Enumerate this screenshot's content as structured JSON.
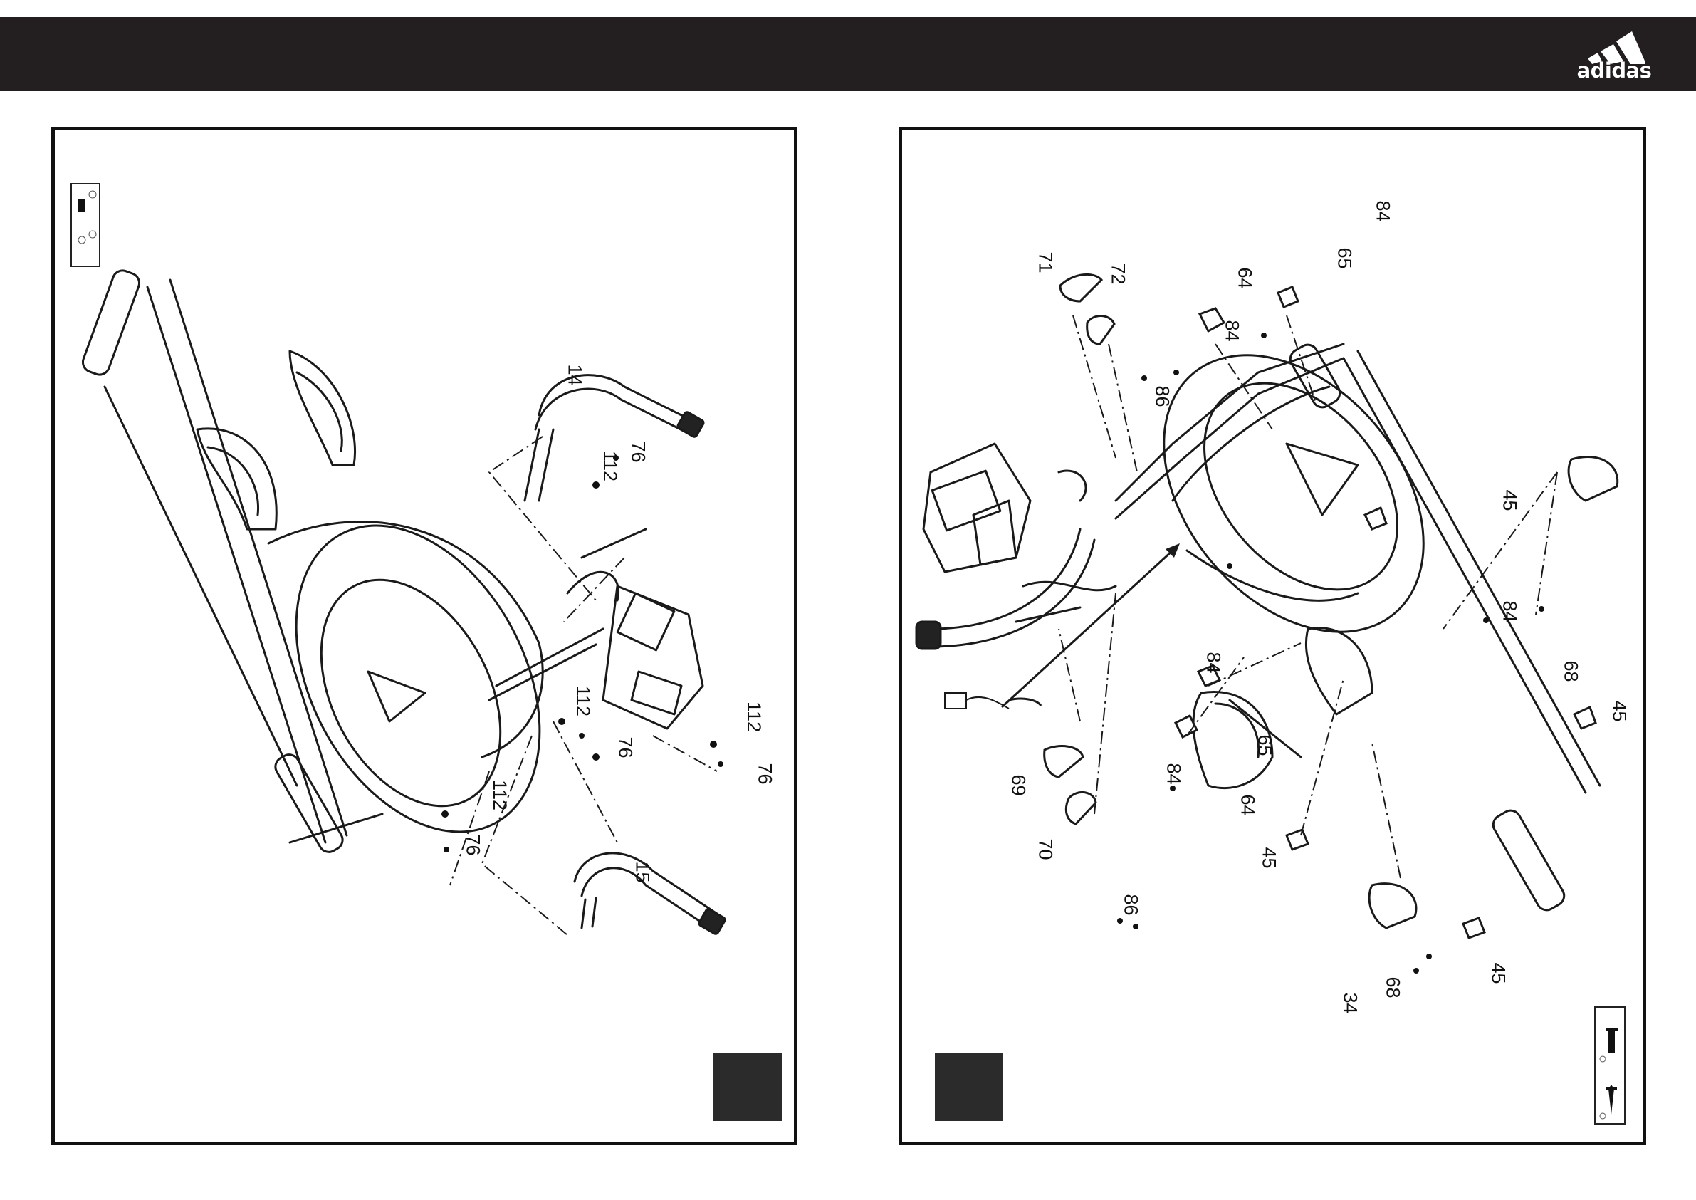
{
  "header": {
    "brand": "adidas"
  },
  "left_panel": {
    "callouts": [
      {
        "id": "c14",
        "text": "14"
      },
      {
        "id": "c76a",
        "text": "76"
      },
      {
        "id": "c112a",
        "text": "112"
      },
      {
        "id": "c112b",
        "text": "112"
      },
      {
        "id": "c76b",
        "text": "76"
      },
      {
        "id": "c112c",
        "text": "112"
      },
      {
        "id": "c76c",
        "text": "76"
      },
      {
        "id": "c112d",
        "text": "112"
      },
      {
        "id": "c76d",
        "text": "76"
      },
      {
        "id": "c15",
        "text": "15"
      }
    ]
  },
  "right_panel": {
    "callouts": [
      {
        "id": "r71",
        "text": "71"
      },
      {
        "id": "r72",
        "text": "72"
      },
      {
        "id": "r86a",
        "text": "86"
      },
      {
        "id": "r64a",
        "text": "64"
      },
      {
        "id": "r84a",
        "text": "84"
      },
      {
        "id": "r65a",
        "text": "65"
      },
      {
        "id": "r84b",
        "text": "84"
      },
      {
        "id": "r45a",
        "text": "45"
      },
      {
        "id": "r84c",
        "text": "84"
      },
      {
        "id": "r68a",
        "text": "68"
      },
      {
        "id": "r45b",
        "text": "45"
      },
      {
        "id": "r84d",
        "text": "84"
      },
      {
        "id": "r65b",
        "text": "65"
      },
      {
        "id": "r84e",
        "text": "84"
      },
      {
        "id": "r64b",
        "text": "64"
      },
      {
        "id": "r69",
        "text": "69"
      },
      {
        "id": "r70",
        "text": "70"
      },
      {
        "id": "r86b",
        "text": "86"
      },
      {
        "id": "r45c",
        "text": "45"
      },
      {
        "id": "r34",
        "text": "34"
      },
      {
        "id": "r68b",
        "text": "68"
      },
      {
        "id": "r45d",
        "text": "45"
      }
    ]
  },
  "colors": {
    "header_bg": "#231f20",
    "frame": "#111111",
    "step_box": "#2b2b2b"
  }
}
